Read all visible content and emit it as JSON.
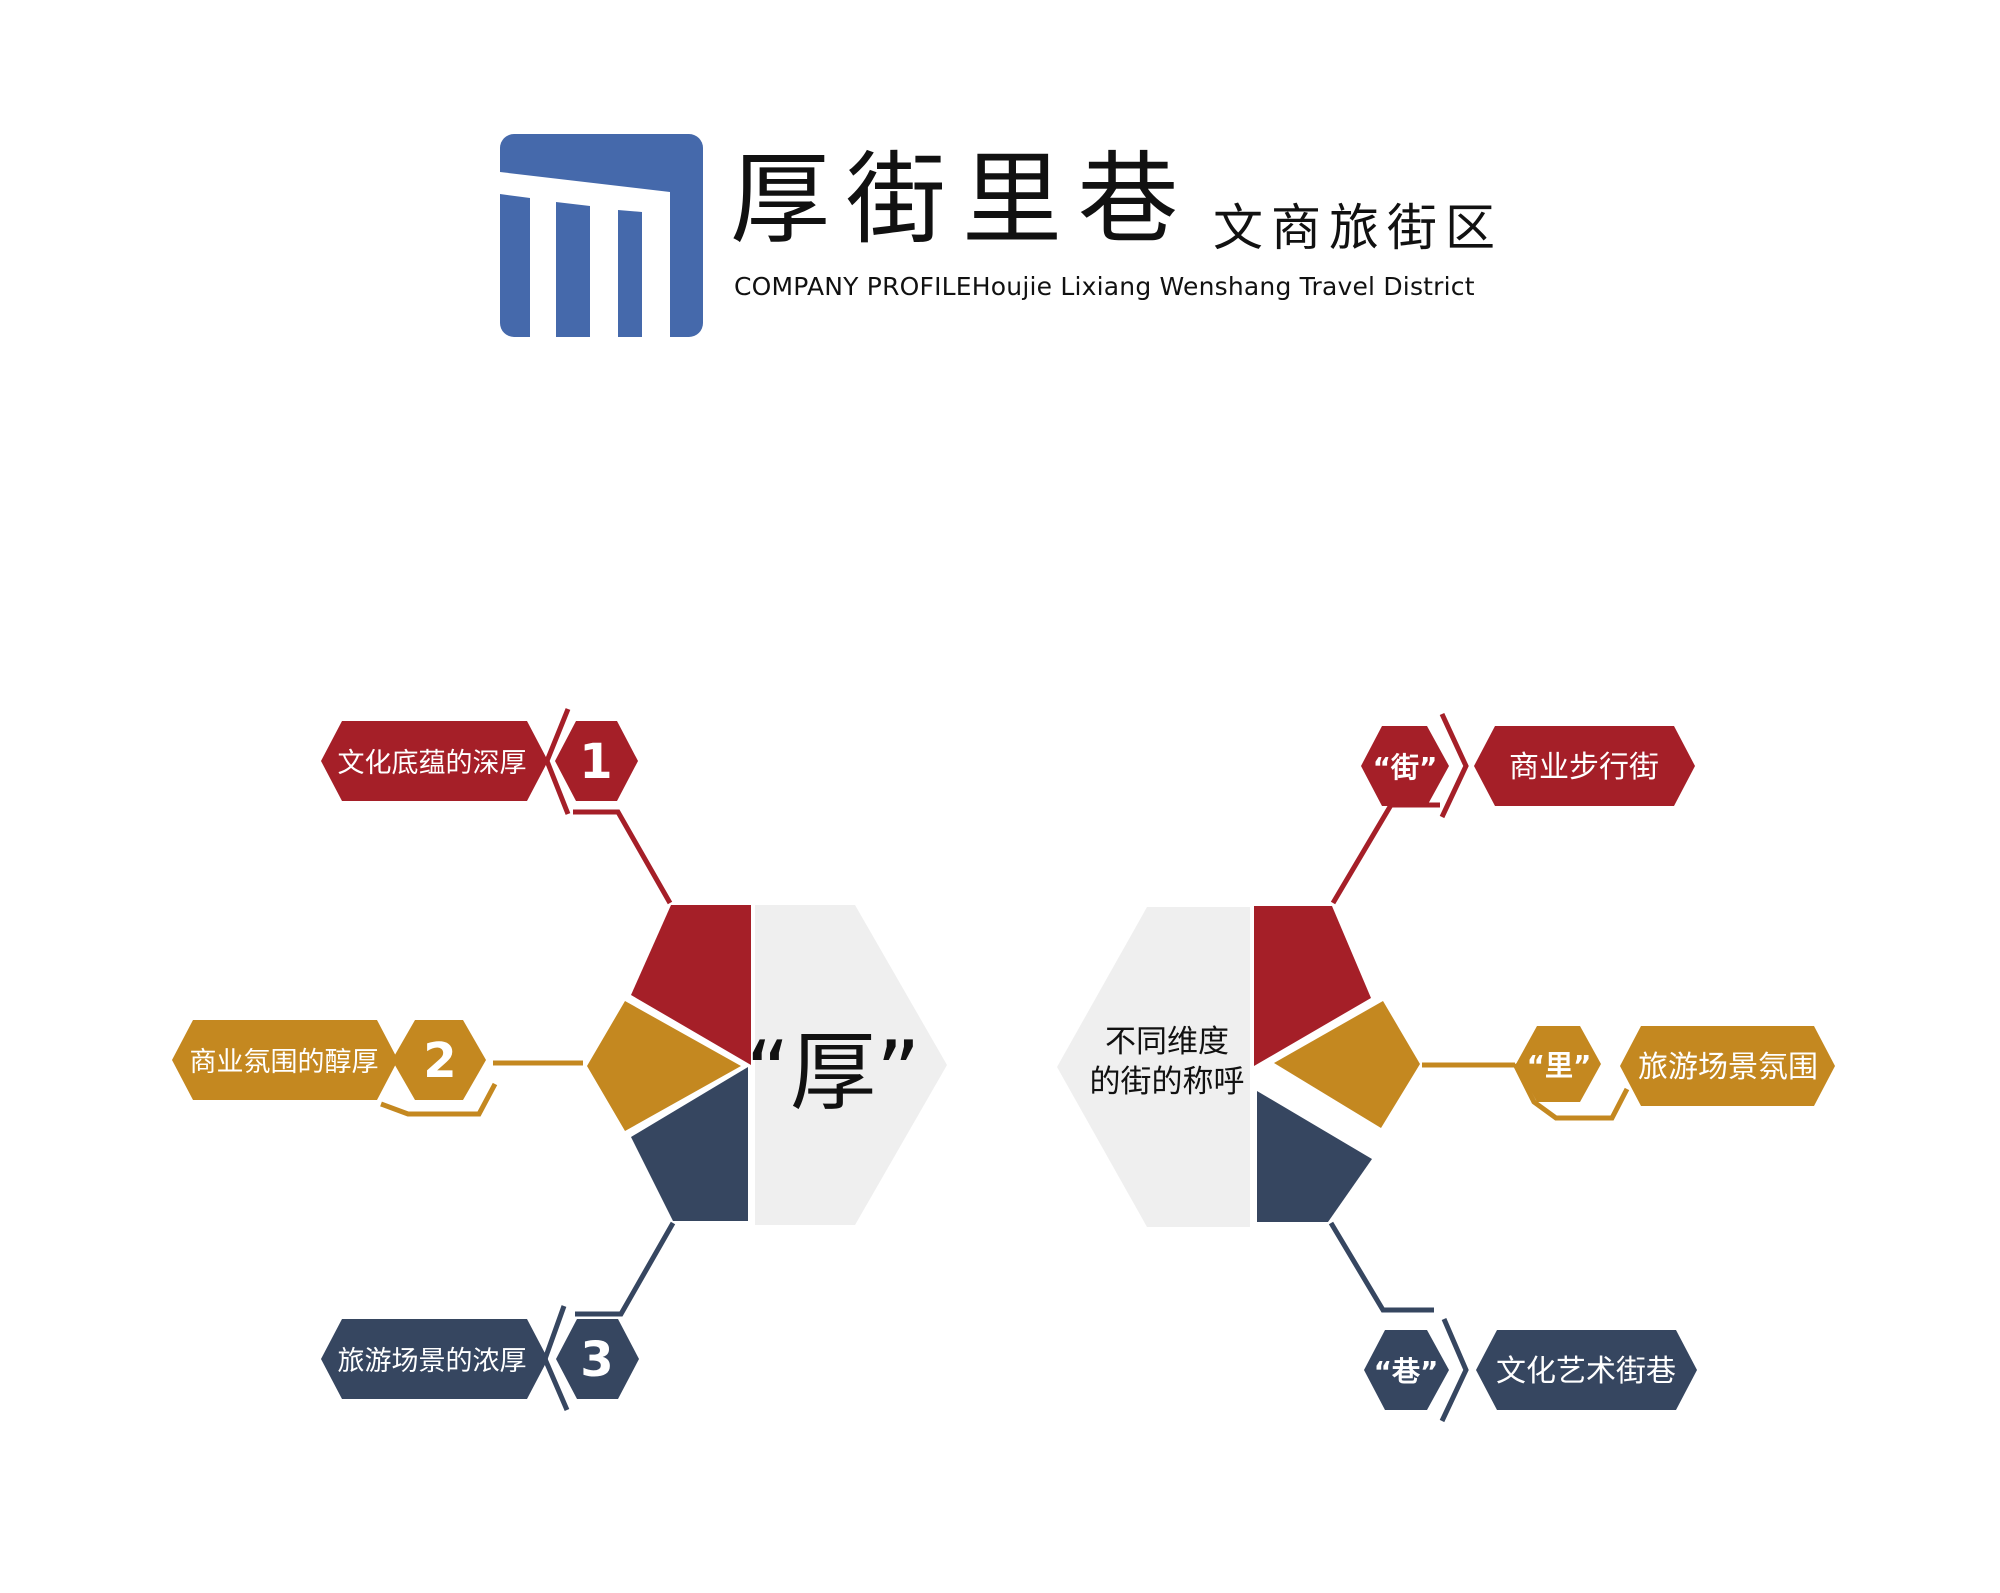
{
  "header": {
    "title_cn": "厚街里巷",
    "subtitle_cn": "文商旅街区",
    "title_en": "COMPANY PROFILEHoujie Lixiang Wenshang Travel District",
    "logo_icon": "street-gate-logo-icon",
    "logo_color": "#4569ab"
  },
  "colors": {
    "red": "#a51f28",
    "gold": "#c48820",
    "navy": "#364660",
    "center_fill": "#efefef"
  },
  "left_diagram": {
    "center_label": "“厚”",
    "items": [
      {
        "number": "1",
        "label": "文化底蕴的深厚",
        "color": "red"
      },
      {
        "number": "2",
        "label": "商业氛围的醇厚",
        "color": "gold"
      },
      {
        "number": "3",
        "label": "旅游场景的浓厚",
        "color": "navy"
      }
    ]
  },
  "right_diagram": {
    "center_label_line1": "不同维度",
    "center_label_line2": "的街的称呼",
    "items": [
      {
        "tag": "“街”",
        "label": "商业步行街",
        "color": "red"
      },
      {
        "tag": "“里”",
        "label": "旅游场景氛围",
        "color": "gold"
      },
      {
        "tag": "“巷”",
        "label": "文化艺术街巷",
        "color": "navy"
      }
    ]
  }
}
